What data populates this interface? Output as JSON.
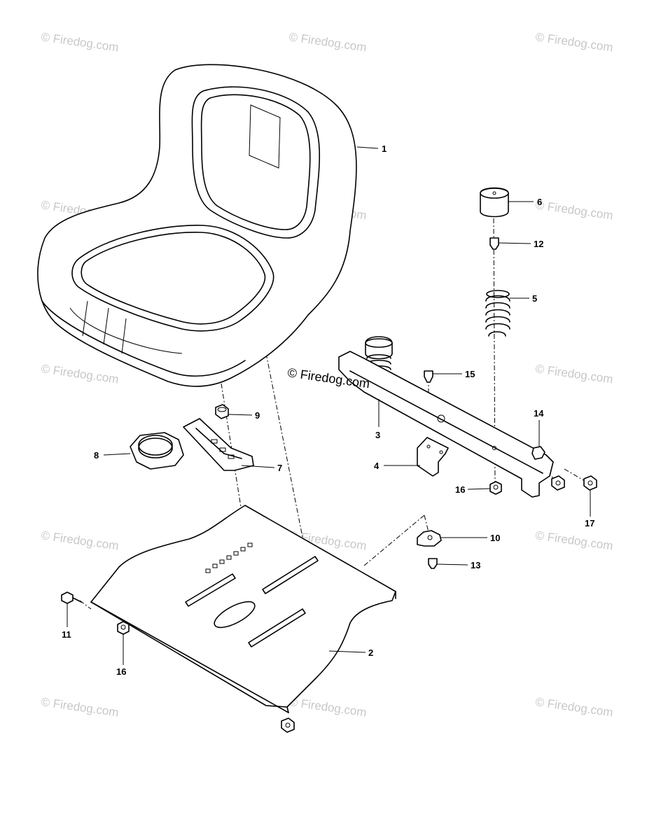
{
  "watermark": {
    "text": "© Firedog.com",
    "center_text": "© Firedog.com"
  },
  "callouts": {
    "c1": "1",
    "c2": "2",
    "c3": "3",
    "c4": "4",
    "c5": "5",
    "c6": "6",
    "c7": "7",
    "c8": "8",
    "c9": "9",
    "c10": "10",
    "c11": "11",
    "c12": "12",
    "c13": "13",
    "c14": "14",
    "c15": "15",
    "c16a": "16",
    "c16b": "16",
    "c17": "17"
  }
}
